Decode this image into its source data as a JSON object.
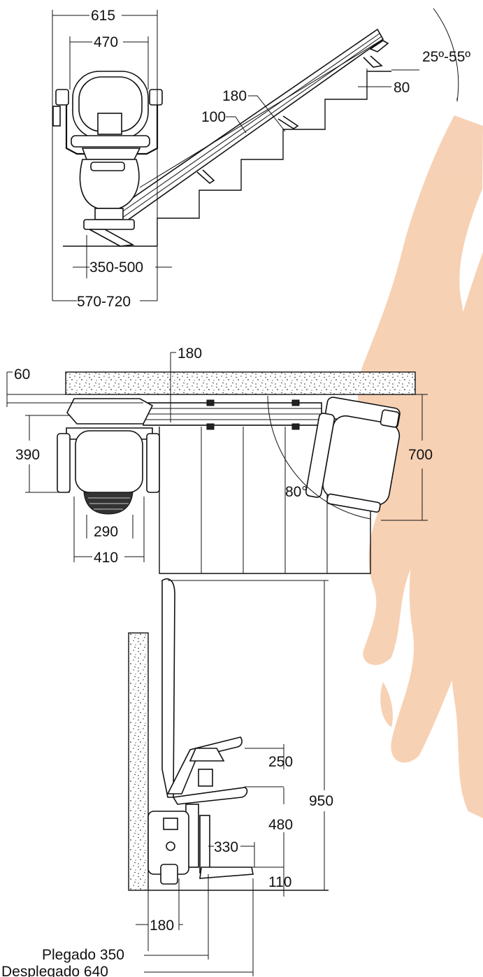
{
  "colors": {
    "line": "#111111",
    "watermark": "#f6c9a8",
    "background": "#ffffff"
  },
  "top_view": {
    "width_overall": "615",
    "width_seat": "470",
    "angle": "25º-55º",
    "step_offset": "80",
    "rail_height": "180",
    "rail_offset": "100",
    "base_range": "350-500",
    "footprint_range": "570-720"
  },
  "plan_view": {
    "rail_gap": "60",
    "rail_depth": "180",
    "seat_depth": "390",
    "seat_width_inner": "290",
    "seat_width_outer": "410",
    "park_depth": "700",
    "swivel_angle": "80°"
  },
  "side_view": {
    "armrest_height": "250",
    "seat_height": "480",
    "total_height": "950",
    "footrest_height": "110",
    "footrest_length": "330",
    "wall_gap": "180",
    "folded_label": "Plegado 350",
    "unfolded_label": "Desplegado 640"
  }
}
